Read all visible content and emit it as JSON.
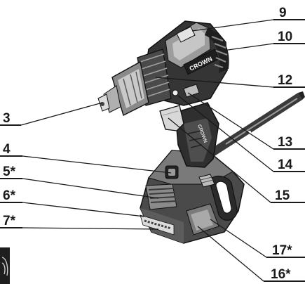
{
  "diagram": {
    "callouts": [
      {
        "id": "c3",
        "label": "3"
      },
      {
        "id": "c4",
        "label": "4"
      },
      {
        "id": "c5",
        "label": "5*"
      },
      {
        "id": "c6",
        "label": "6*"
      },
      {
        "id": "c7",
        "label": "7*"
      },
      {
        "id": "c9",
        "label": "9"
      },
      {
        "id": "c10",
        "label": "10"
      },
      {
        "id": "c12",
        "label": "12"
      },
      {
        "id": "c13",
        "label": "13"
      },
      {
        "id": "c14",
        "label": "14"
      },
      {
        "id": "c15",
        "label": "15"
      },
      {
        "id": "c16",
        "label": "16*"
      },
      {
        "id": "c17",
        "label": "17*"
      }
    ],
    "brand_text": "CROWN",
    "colors": {
      "line": "#1a1a1a",
      "body_dark": "#2e2e2e",
      "body_mid": "#6a6a6a",
      "body_light": "#bdbdbd",
      "highlight": "#e6e6e6"
    }
  }
}
